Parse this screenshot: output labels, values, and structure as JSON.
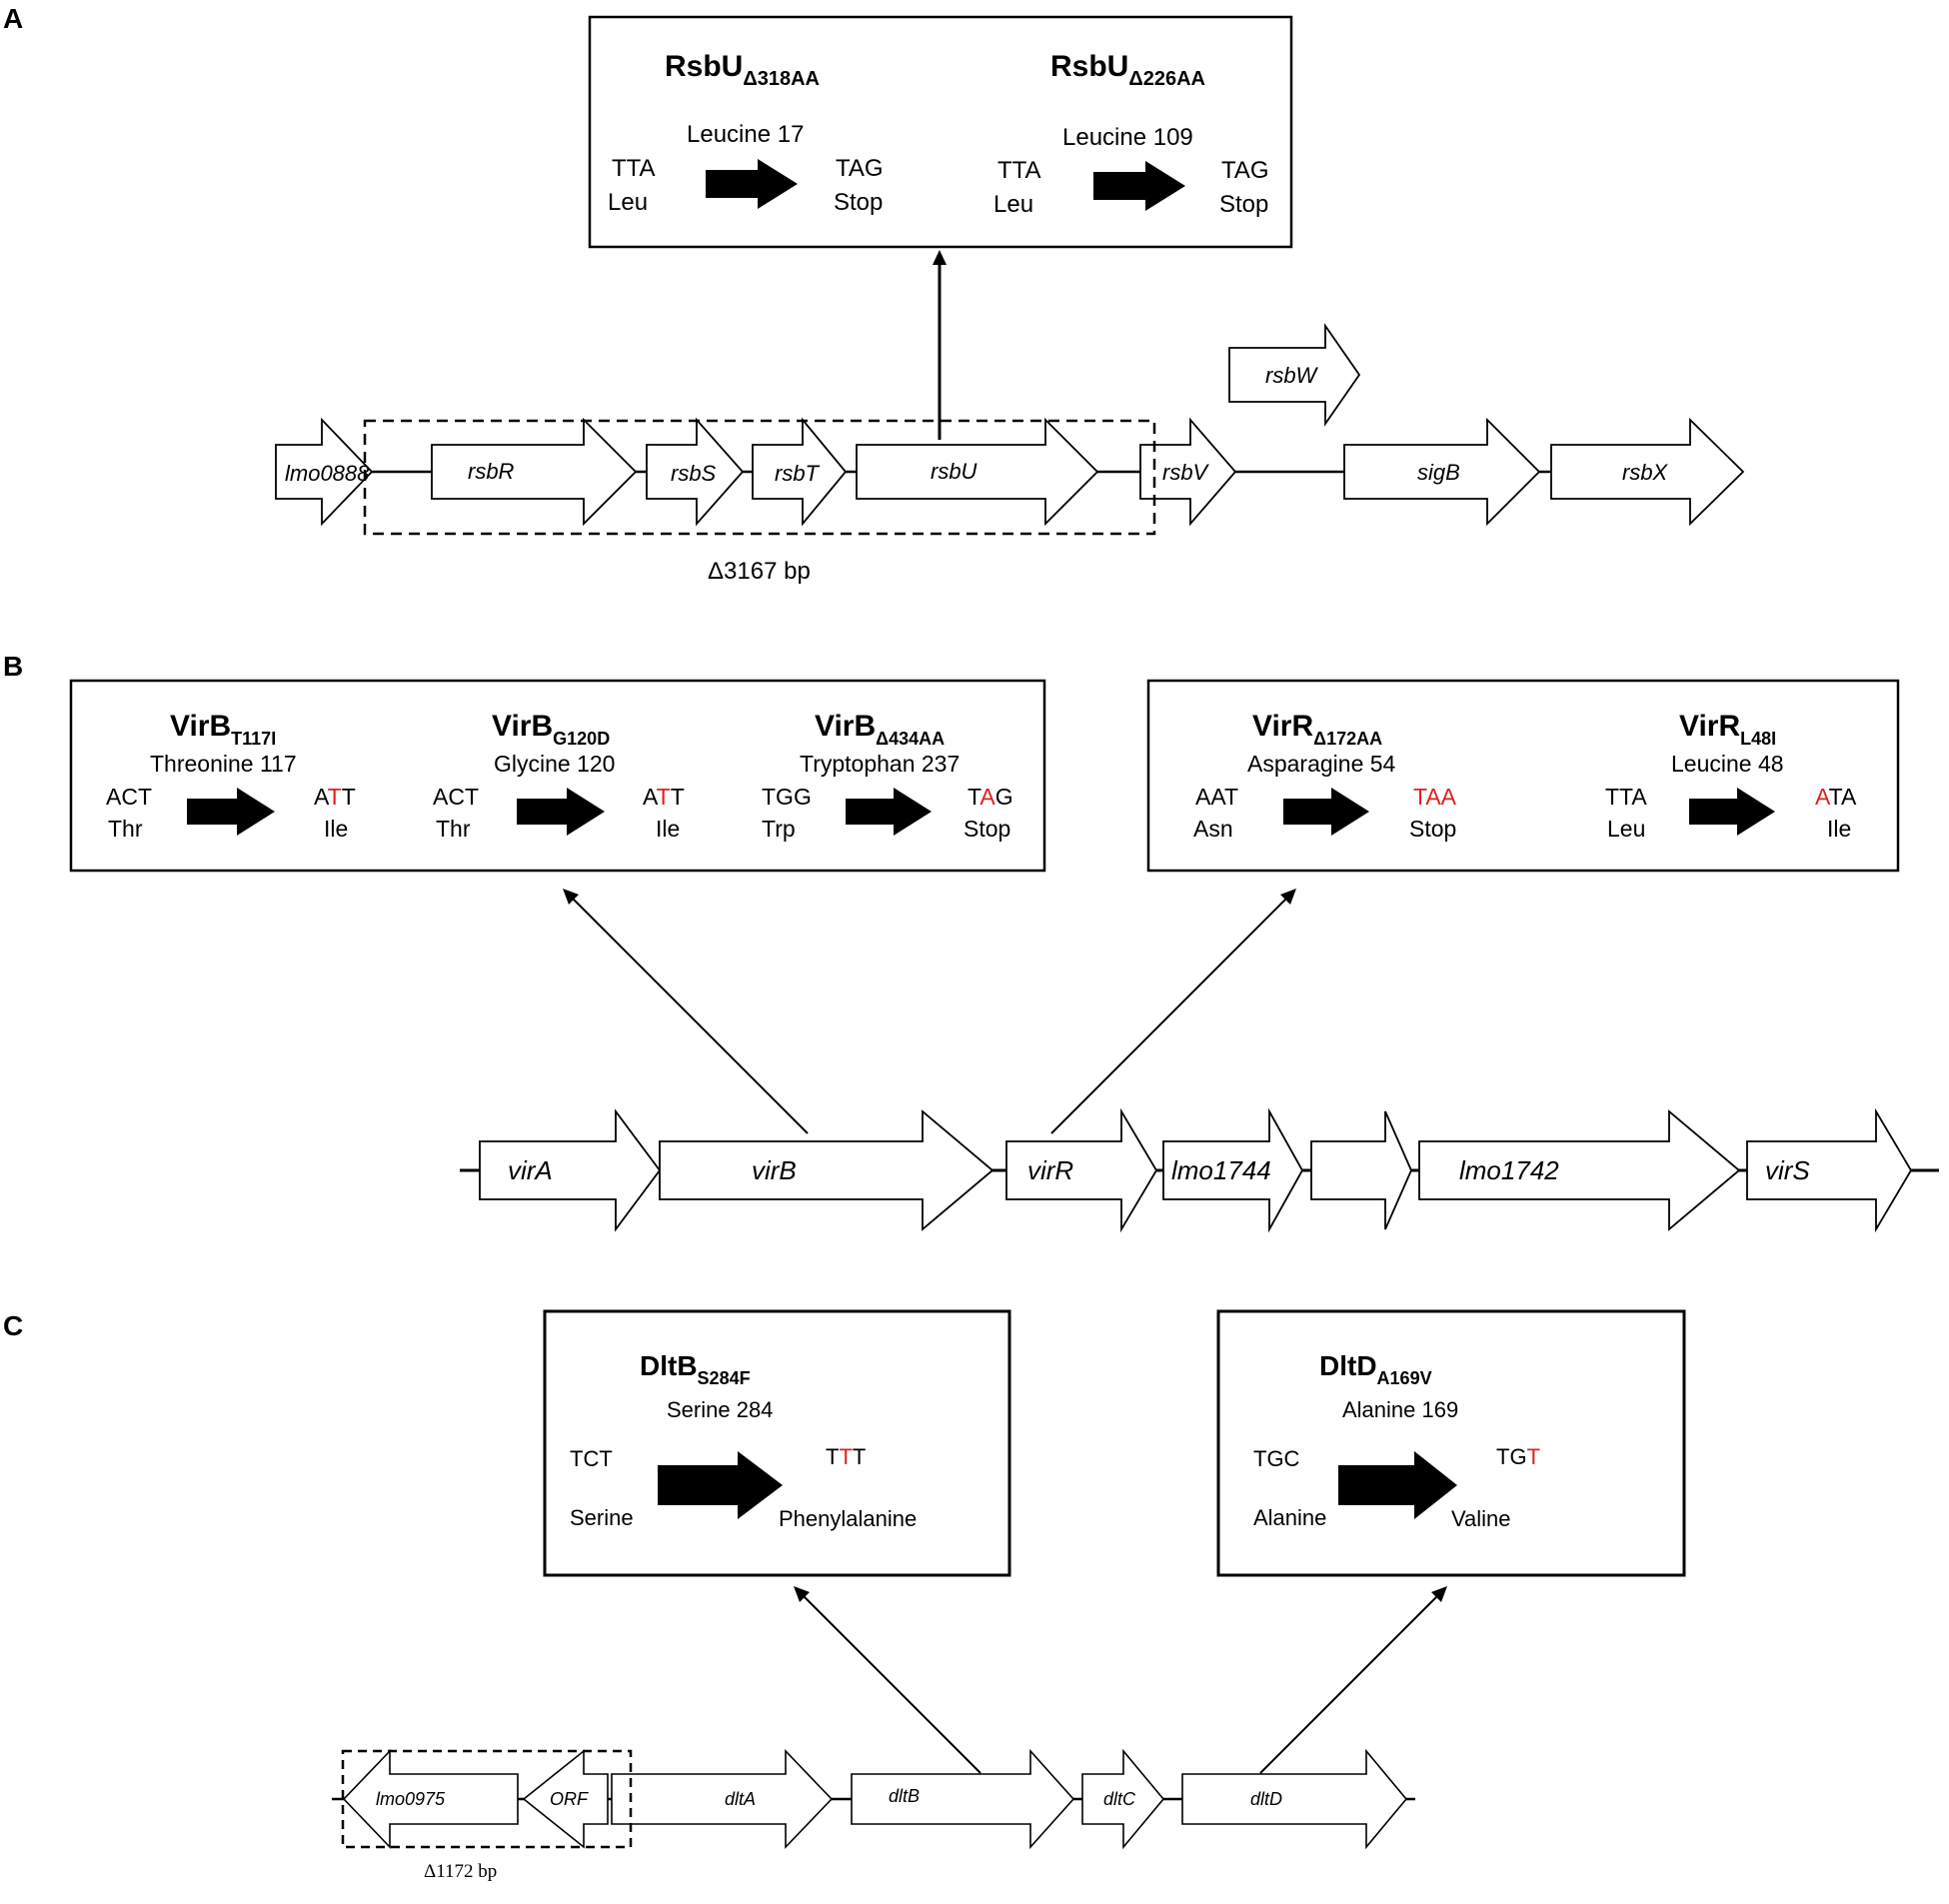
{
  "colors": {
    "mutation": "#e02020",
    "ink": "#000000",
    "fill": "#ffffff"
  },
  "panels": {
    "A": {
      "letter": "A",
      "deletion_label": "Δ3167 bp",
      "genes": [
        "lmo0888",
        "rsbR",
        "rsbS",
        "rsbT",
        "rsbU",
        "rsbV",
        "rsbW",
        "sigB",
        "rsbX"
      ],
      "mutations": [
        {
          "name": "RsbU",
          "sub": "Δ318AA",
          "position": "Leucine 17",
          "from_codon": [
            {
              "t": "TTA",
              "red": false
            }
          ],
          "from_aa": "Leu",
          "to_codon": [
            {
              "t": "TAG",
              "red": false
            }
          ],
          "to_aa": "Stop"
        },
        {
          "name": "RsbU",
          "sub": "Δ226AA",
          "position": "Leucine 109",
          "from_codon": [
            {
              "t": "TTA",
              "red": false
            }
          ],
          "from_aa": "Leu",
          "to_codon": [
            {
              "t": "TAG",
              "red": false
            }
          ],
          "to_aa": "Stop"
        }
      ]
    },
    "B": {
      "letter": "B",
      "genes": [
        "virA",
        "virB",
        "virR",
        "lmo1744",
        "lmo1742",
        "virS"
      ],
      "mutations_virB": [
        {
          "name": "VirB",
          "sub": "T117I",
          "position": "Threonine 117",
          "from_codon": [
            {
              "t": "ACT",
              "red": false
            }
          ],
          "from_aa": "Thr",
          "to_codon": [
            {
              "t": "A",
              "red": false
            },
            {
              "t": "T",
              "red": true
            },
            {
              "t": "T",
              "red": false
            }
          ],
          "to_aa": "Ile"
        },
        {
          "name": "VirB",
          "sub": "G120D",
          "position": "Glycine 120",
          "from_codon": [
            {
              "t": "ACT",
              "red": false
            }
          ],
          "from_aa": "Thr",
          "to_codon": [
            {
              "t": "A",
              "red": false
            },
            {
              "t": "T",
              "red": true
            },
            {
              "t": "T",
              "red": false
            }
          ],
          "to_aa": "Ile"
        },
        {
          "name": "VirB",
          "sub": "Δ434AA",
          "position": "Tryptophan 237",
          "from_codon": [
            {
              "t": "TGG",
              "red": false
            }
          ],
          "from_aa": "Trp",
          "to_codon": [
            {
              "t": "T",
              "red": false
            },
            {
              "t": "A",
              "red": true
            },
            {
              "t": "G",
              "red": false
            }
          ],
          "to_aa": "Stop"
        }
      ],
      "mutations_virR": [
        {
          "name": "VirR",
          "sub": "Δ172AA",
          "position": "Asparagine 54",
          "from_codon": [
            {
              "t": "AAT",
              "red": false
            }
          ],
          "from_aa": "Asn",
          "to_codon": [
            {
              "t": "TAA",
              "red": true
            }
          ],
          "to_aa": "Stop"
        },
        {
          "name": "VirR",
          "sub": "L48I",
          "position": "Leucine 48",
          "from_codon": [
            {
              "t": "TTA",
              "red": false
            }
          ],
          "from_aa": "Leu",
          "to_codon": [
            {
              "t": "A",
              "red": true
            },
            {
              "t": "TA",
              "red": false
            }
          ],
          "to_aa": "Ile"
        }
      ]
    },
    "C": {
      "letter": "C",
      "deletion_label": "Δ1172 bp",
      "genes": [
        "lmo0975",
        "ORF",
        "dltA",
        "dltB",
        "dltC",
        "dltD"
      ],
      "mutations": [
        {
          "name": "DltB",
          "sub": "S284F",
          "position": "Serine 284",
          "from_codon": [
            {
              "t": "TCT",
              "red": false
            }
          ],
          "from_aa": "Serine",
          "to_codon": [
            {
              "t": "T",
              "red": false
            },
            {
              "t": "T",
              "red": true
            },
            {
              "t": "T",
              "red": false
            }
          ],
          "to_aa": "Phenylalanine"
        },
        {
          "name": "DltD",
          "sub": "A169V",
          "position": "Alanine 169",
          "from_codon": [
            {
              "t": "TGC",
              "red": false
            }
          ],
          "from_aa": "Alanine",
          "to_codon": [
            {
              "t": "TG",
              "red": false
            },
            {
              "t": "T",
              "red": true
            }
          ],
          "to_aa": "Valine"
        }
      ]
    }
  }
}
